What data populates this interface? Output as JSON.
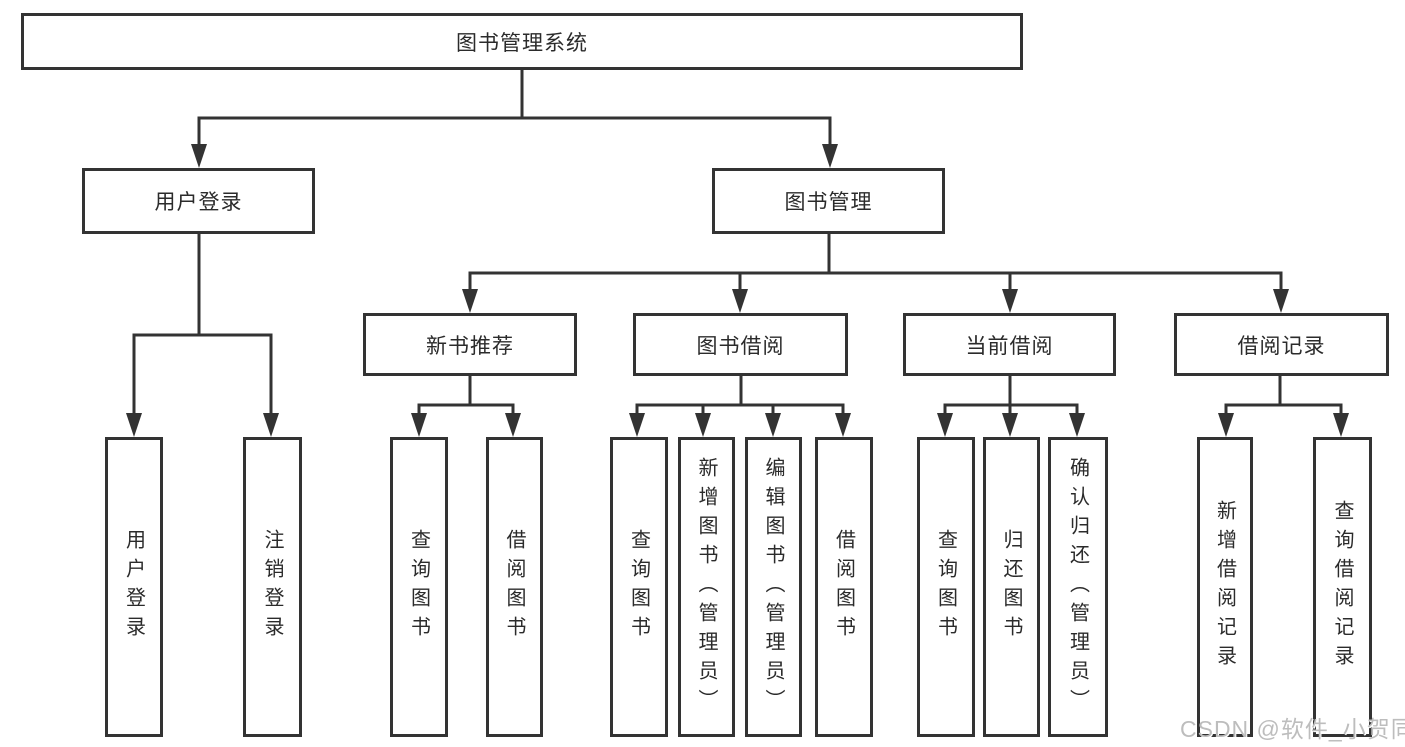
{
  "diagram": {
    "root": {
      "label": "图书管理系统"
    },
    "branches": [
      {
        "label": "用户登录"
      },
      {
        "label": "图书管理"
      }
    ],
    "modules": [
      {
        "label": "新书推荐"
      },
      {
        "label": "图书借阅"
      },
      {
        "label": "当前借阅"
      },
      {
        "label": "借阅记录"
      }
    ],
    "leaves": [
      {
        "label": "用户登录"
      },
      {
        "label": "注销登录"
      },
      {
        "label": "查询图书"
      },
      {
        "label": "借阅图书"
      },
      {
        "label": "查询图书"
      },
      {
        "label": "新增图书（管理员）"
      },
      {
        "label": "编辑图书（管理员）"
      },
      {
        "label": "借阅图书"
      },
      {
        "label": "查询图书"
      },
      {
        "label": "归还图书"
      },
      {
        "label": "确认归还（管理员）"
      },
      {
        "label": "新增借阅记录"
      },
      {
        "label": "查询借阅记录"
      }
    ],
    "colors": {
      "line": "#333333",
      "text": "#2b2b2b",
      "watermark": "#bdbdbd"
    },
    "watermark": "CSDN @软件_小贺同学"
  }
}
